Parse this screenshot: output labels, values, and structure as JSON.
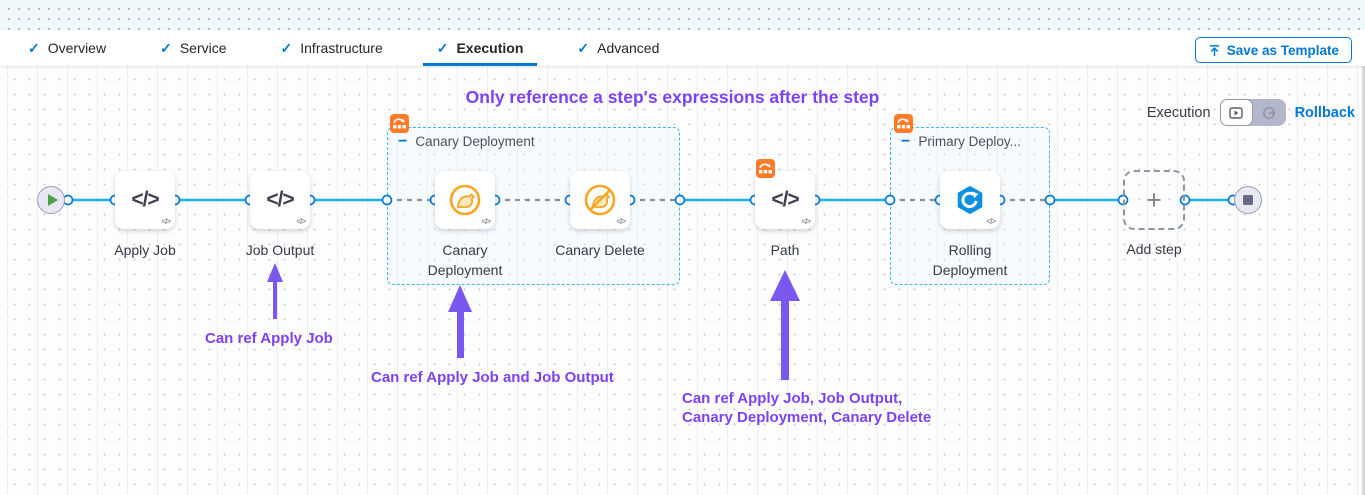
{
  "tabs": {
    "items": [
      {
        "label": "Overview",
        "active": false
      },
      {
        "label": "Service",
        "active": false
      },
      {
        "label": "Infrastructure",
        "active": false
      },
      {
        "label": "Execution",
        "active": true
      },
      {
        "label": "Advanced",
        "active": false
      }
    ]
  },
  "toolbar": {
    "save_as_template": "Save as Template"
  },
  "canvas": {
    "heading": "Only reference a step's expressions after the step",
    "execution_label": "Execution",
    "rollback_label": "Rollback"
  },
  "pipeline": {
    "nodes": [
      {
        "label": "Apply Job",
        "type": "code"
      },
      {
        "label": "Job Output",
        "type": "code"
      },
      {
        "label": "Canary Deployment",
        "type": "canary"
      },
      {
        "label": "Canary Delete",
        "type": "canary-delete"
      },
      {
        "label": "Path",
        "type": "code"
      },
      {
        "label": "Rolling Deployment",
        "type": "rolling"
      },
      {
        "label": "Add step",
        "type": "add-step"
      }
    ],
    "groups": [
      {
        "label": "Canary Deployment"
      },
      {
        "label": "Primary Deploy..."
      }
    ]
  },
  "annotations": {
    "a1": "Can ref Apply Job",
    "a2": "Can ref Apply Job and Job Output",
    "a3_line1": "Can ref Apply Job, Job Output,",
    "a3_line2": "Canary Deployment, Canary Delete"
  },
  "icons": {
    "check": "✓",
    "minus": "−",
    "code": "</>",
    "plus": "+"
  },
  "colors": {
    "accent_blue": "#0278d5",
    "connector_blue": "#1db1ea",
    "annotation_purple": "#7d42f2",
    "badge_orange": "#ff7b26",
    "canary_orange": "#f5a623"
  }
}
